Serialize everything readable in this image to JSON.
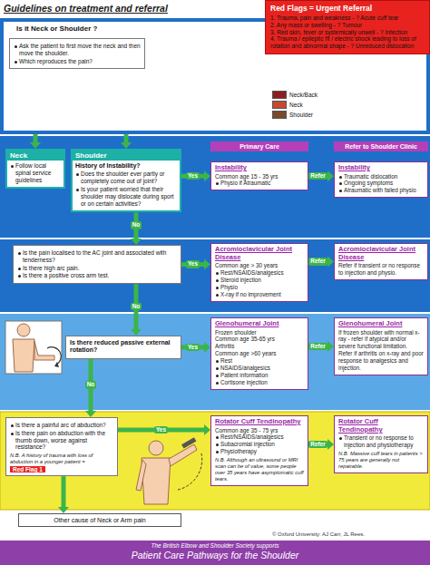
{
  "diagram": {
    "title": "Guidelines on treatment and referral",
    "nodes": [
      {
        "text": [
          "Red Flags = Urgent Referral",
          "1. Trauma, pain and weakness - ? Acute cuff tear",
          "2. Any mass or swelling - ? Tumour",
          "3. Red skin, fever or systemically unwell - ? Infection",
          "4. Trauma / epileptic fit / electric shock leading to loss of rotation and abnormal shape - ? Unreduced dislocation"
        ]
      },
      {
        "text": [
          "Is it Neck or Shoulder ?"
        ]
      },
      {
        "text": [
          "Ask the patient to first move the neck and then move the shoulder.",
          "Which reproduces the pain?"
        ],
        "in": 1
      },
      {
        "text": [
          "Neck",
          "Follow local spinal service guidelines"
        ]
      },
      {
        "text": [
          "Shoulder",
          "History of Instability?",
          "Does the shoulder ever partly or completely come out of joint?",
          "Is your patient worried that their shoulder may dislocate during sport or on certain activities?"
        ]
      },
      {
        "text": [
          "Primary Care"
        ]
      },
      {
        "text": [
          "Refer to Shoulder Clinic"
        ]
      },
      {
        "text": [
          "Instability",
          "Common age 15 - 35 yrs",
          "Physio if Atraumatic"
        ]
      },
      {
        "text": [
          "Instability",
          "Traumatic dislocation",
          "Ongoing symptoms",
          "Atraumatic with failed physio"
        ]
      },
      {
        "text": [
          "Is the pain localised to the AC joint and associated with tenderness?",
          "Is there high arc pain.",
          "Is there a positive cross arm test."
        ]
      },
      {
        "text": [
          "Acromioclavicular Joint Disease",
          "Common age > 30 years",
          "Rest/NSAIDS/analgesics",
          "Steroid injection",
          "Physio",
          "X-ray if no improvement"
        ]
      },
      {
        "text": [
          "Acromioclavicular Joint Disease",
          "Refer if transient or no response to injection and physio."
        ]
      },
      {
        "text": [
          "Is there reduced passive external rotation?"
        ]
      },
      {
        "text": [
          "Glenohumeral Joint",
          "Frozen shoulder",
          "Common age 35-65 yrs",
          "Arthritis",
          "Common age >60 years",
          "Rest",
          "NSAIDS/analgesics",
          "Patient information",
          "Cortisone injection"
        ]
      },
      {
        "text": [
          "Glenohumeral Joint",
          "If frozen shoulder with normal x-ray - refer if atypical and/or severe functional limitation.",
          "Refer if arthritis on x-ray and poor response to analgesics and injection."
        ]
      },
      {
        "text": [
          "Is there a painful arc of abduction?",
          "Is there pain on abduction with the thumb down, worse against resistance?",
          "N.B. A history of trauma with loss of abduction in a younger patient ="
        ]
      },
      {
        "text": [
          "Red Flag 1"
        ],
        "in": 15
      },
      {
        "text": [
          "Rotator Cuff Tendinopathy",
          "Common age 35 - 75 yrs",
          "Rest/NSAIDS/analgesics",
          "Subacromial injection",
          "Physiotherapy",
          "N.B. Although an ultrasound or MRI scan can be of value, some people over 35 years have asymptomatic cuff tears."
        ]
      },
      {
        "text": [
          "Rotator Cuff Tendinopathy",
          "Transient or no response to injection and physiotherapy",
          "N.B. Massive cuff tears in patients > 75 years are generally not repairable."
        ]
      },
      {
        "text": [
          "Other cause of Neck or Arm pain"
        ]
      },
      {
        "text": [
          "The British Elbow and Shoulder Society supports",
          "Patient Care Pathways for the Shoulder"
        ]
      }
    ],
    "edges": [
      {
        "from": 1,
        "to": 3,
        "arrow": "to"
      },
      {
        "from": 1,
        "to": 4,
        "arrow": "to"
      },
      {
        "from": 4,
        "to": 7,
        "label": "Yes",
        "arrow": "to"
      },
      {
        "from": 7,
        "to": 8,
        "label": "Refer",
        "arrow": "to"
      },
      {
        "from": 4,
        "to": 9,
        "label": "No",
        "arrow": "to"
      },
      {
        "from": 9,
        "to": 10,
        "label": "Yes",
        "arrow": "to"
      },
      {
        "from": 10,
        "to": 11,
        "label": "Refer",
        "arrow": "to"
      },
      {
        "from": 9,
        "to": 12,
        "label": "No",
        "arrow": "to"
      },
      {
        "from": 12,
        "to": 13,
        "label": "Yes",
        "arrow": "to"
      },
      {
        "from": 13,
        "to": 14,
        "label": "Refer",
        "arrow": "to"
      },
      {
        "from": 12,
        "to": 15,
        "label": "No",
        "arrow": "to"
      },
      {
        "from": 15,
        "to": 17,
        "label": "Yes",
        "arrow": "to"
      },
      {
        "from": 17,
        "to": 18,
        "label": "Refer",
        "arrow": "to"
      },
      {
        "from": 15,
        "to": 19,
        "arrow": "to"
      }
    ],
    "labels": [
      "© Oxford University: AJ Carr, JL Rees."
    ],
    "legend": [
      {
        "text": "Neck/Back",
        "color": "#8e1f1f"
      },
      {
        "text": "Neck",
        "color": "#c8482c"
      },
      {
        "text": "Shoulder",
        "color": "#7a4a2c"
      }
    ]
  }
}
